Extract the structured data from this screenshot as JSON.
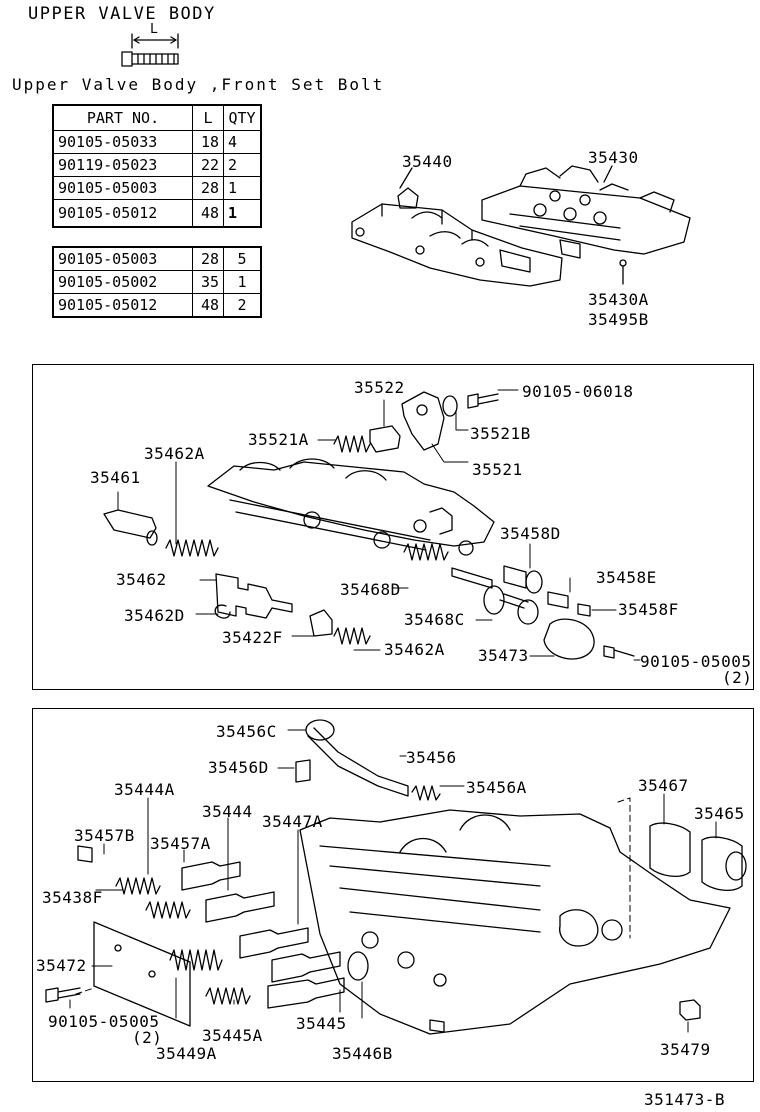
{
  "header": {
    "title": "UPPER VALVE BODY",
    "dimension_label": "L",
    "caption": "Upper Valve Body ,Front Set Bolt"
  },
  "bolt_table": {
    "headers": [
      "PART NO.",
      "L",
      "QTY"
    ],
    "group1": [
      {
        "part_no": "90105-05033",
        "l": "18",
        "qty": "4"
      },
      {
        "part_no": "90119-05023",
        "l": "22",
        "qty": "2"
      },
      {
        "part_no": "90105-05003",
        "l": "28",
        "qty": "1"
      },
      {
        "part_no": "90105-05012",
        "l": "48",
        "qty": "1"
      }
    ],
    "group2": [
      {
        "part_no": "90105-05003",
        "l": "28",
        "qty": "5"
      },
      {
        "part_no": "90105-05002",
        "l": "35",
        "qty": "1"
      },
      {
        "part_no": "90105-05012",
        "l": "48",
        "qty": "2"
      }
    ]
  },
  "overview_labels": {
    "p35440": "35440",
    "p35430": "35430",
    "p35430A": "35430A",
    "p35495B": "35495B"
  },
  "panel1_labels": {
    "p35522": "35522",
    "p90105_06018": "90105-06018",
    "p35521A": "35521A",
    "p35521B": "35521B",
    "p35462A_top": "35462A",
    "p35521": "35521",
    "p35461": "35461",
    "p35458D": "35458D",
    "p35462": "35462",
    "p35468D": "35468D",
    "p35458E": "35458E",
    "p35462D": "35462D",
    "p35468C": "35468C",
    "p35458F": "35458F",
    "p35422F": "35422F",
    "p35462A_bottom": "35462A",
    "p35473": "35473",
    "p90105_05005": "90105-05005",
    "qty_note": "(2)"
  },
  "panel2_labels": {
    "p35456C": "35456C",
    "p35456": "35456",
    "p35456D": "35456D",
    "p35456A": "35456A",
    "p35444A": "35444A",
    "p35467": "35467",
    "p35444": "35444",
    "p35447A": "35447A",
    "p35465": "35465",
    "p35457B": "35457B",
    "p35457A": "35457A",
    "p35438F": "35438F",
    "p35472": "35472",
    "p90105_05005": "90105-05005",
    "qty_note": "(2)",
    "p35445": "35445",
    "p35445A": "35445A",
    "p35449A": "35449A",
    "p35446B": "35446B",
    "p35479": "35479"
  },
  "footer": {
    "diagram_id": "351473-B"
  }
}
